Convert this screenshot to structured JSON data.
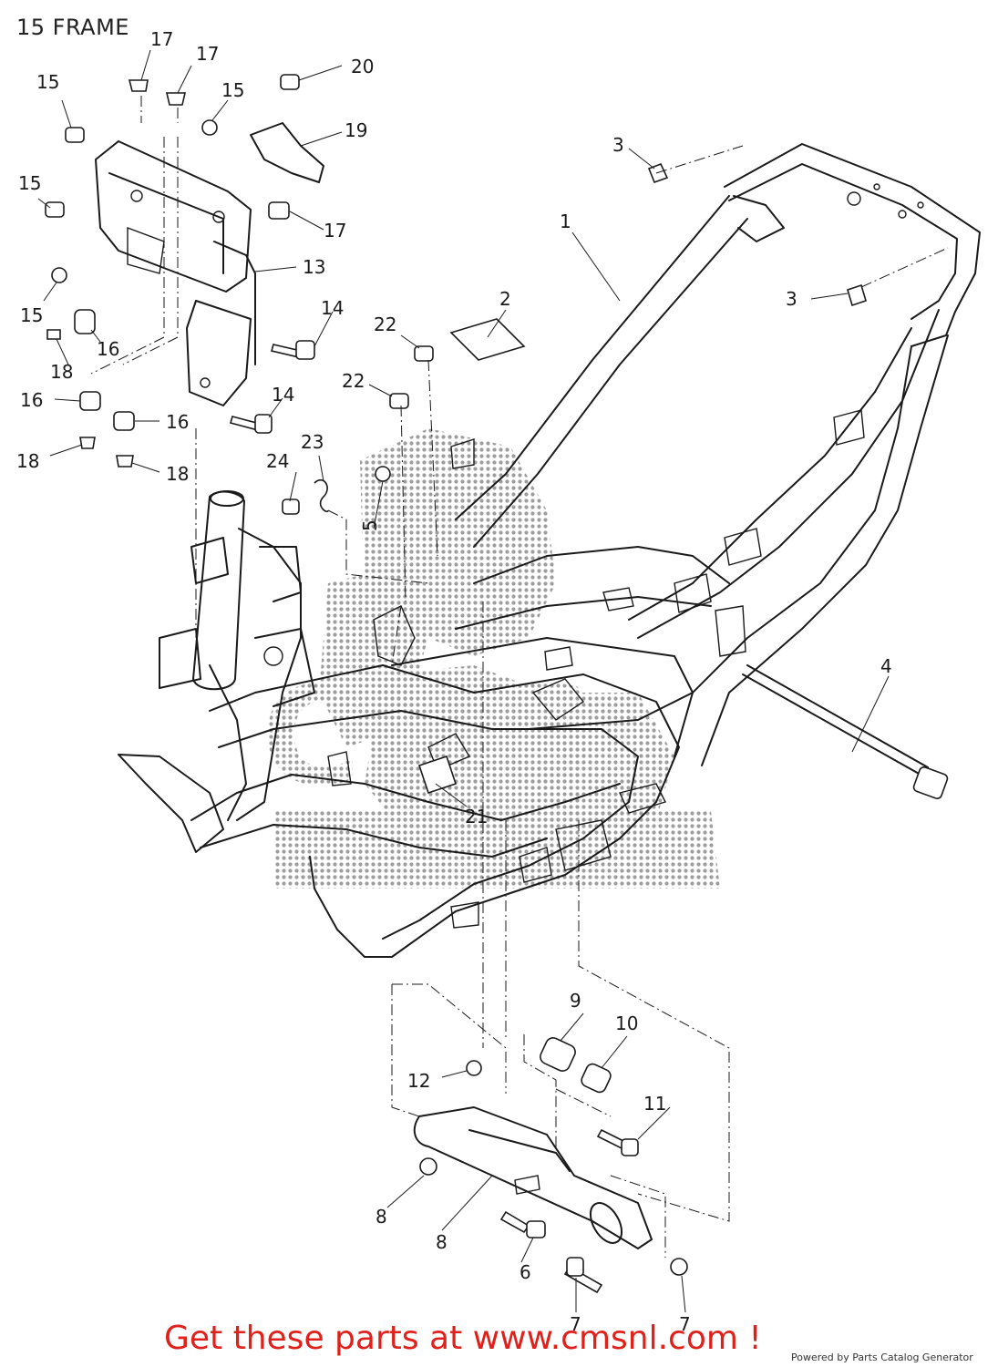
{
  "title": "15 FRAME",
  "callouts": [
    "1",
    "2",
    "3",
    "3",
    "4",
    "5",
    "6",
    "7",
    "7",
    "8",
    "8",
    "9",
    "10",
    "11",
    "12",
    "13",
    "14",
    "14",
    "15",
    "15",
    "15",
    "15",
    "16",
    "16",
    "16",
    "17",
    "17",
    "17",
    "18",
    "18",
    "18",
    "19",
    "20",
    "21",
    "22",
    "22",
    "23",
    "24"
  ],
  "watermark": {
    "text": "CMS"
  },
  "footer": {
    "cta": "Get these parts at www.cmsnl.com !",
    "powered_by": "Powered by Parts Catalog Generator"
  },
  "colors": {
    "cta": "#e0211b",
    "ink": "#1a1a1a",
    "watermark": "#9a9a9a"
  }
}
